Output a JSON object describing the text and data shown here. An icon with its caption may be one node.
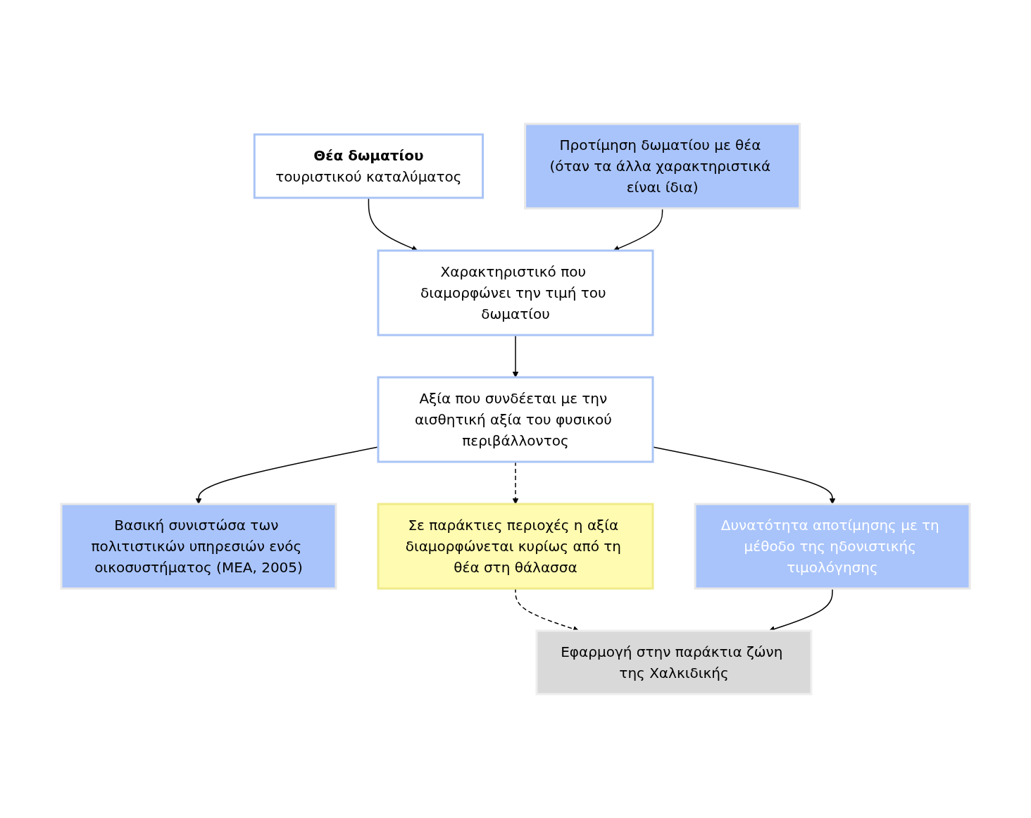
{
  "diagram": {
    "nodes": [
      {
        "text": [
          "Θέα δωματίου",
          "τουριστικού καταλύματος"
        ]
      },
      {
        "text": [
          "Χαρακτηριστικό που διαμορφώνει την τιμή του δωματίου"
        ]
      },
      {
        "text": [
          "Προτίμηση δωματίου με θέα (όταν τα άλλα χαρακτηριστικά είναι ίδια)"
        ]
      },
      {
        "text": [
          "Αξία που συνδέεται με την αισθητική αξία του φυσικού περιβάλλοντος"
        ]
      },
      {
        "text": [
          "Βασική συνιστώσα των πολιτιστικών υπηρεσιών ενός οικοσυστήματος (MEA, 2005)"
        ]
      },
      {
        "text": [
          "Σε παράκτιες περιοχές η αξία διαμορφώνεται κυρίως από τη θέα στη θάλασσα"
        ]
      },
      {
        "text": [
          "Δυνατότητα αποτίμησης με τη μέθοδο της ηδονιστικής τιμολόγησης"
        ]
      },
      {
        "text": [
          "Εφαρμογή στην παράκτια ζώνη της Χαλκιδικής"
        ]
      }
    ],
    "edges": [
      {
        "from": 0,
        "to": 1,
        "arrow": "to"
      },
      {
        "from": 2,
        "to": 1,
        "arrow": "to"
      },
      {
        "from": 1,
        "to": 3,
        "arrow": "to"
      },
      {
        "from": 3,
        "to": 4,
        "arrow": "to"
      },
      {
        "from": 3,
        "to": 5,
        "arrow": "to",
        "style": "dashed"
      },
      {
        "from": 3,
        "to": 6,
        "arrow": "to"
      },
      {
        "from": 5,
        "to": 7,
        "arrow": "to",
        "style": "dashed"
      },
      {
        "from": 6,
        "to": 7,
        "arrow": "to"
      }
    ]
  }
}
